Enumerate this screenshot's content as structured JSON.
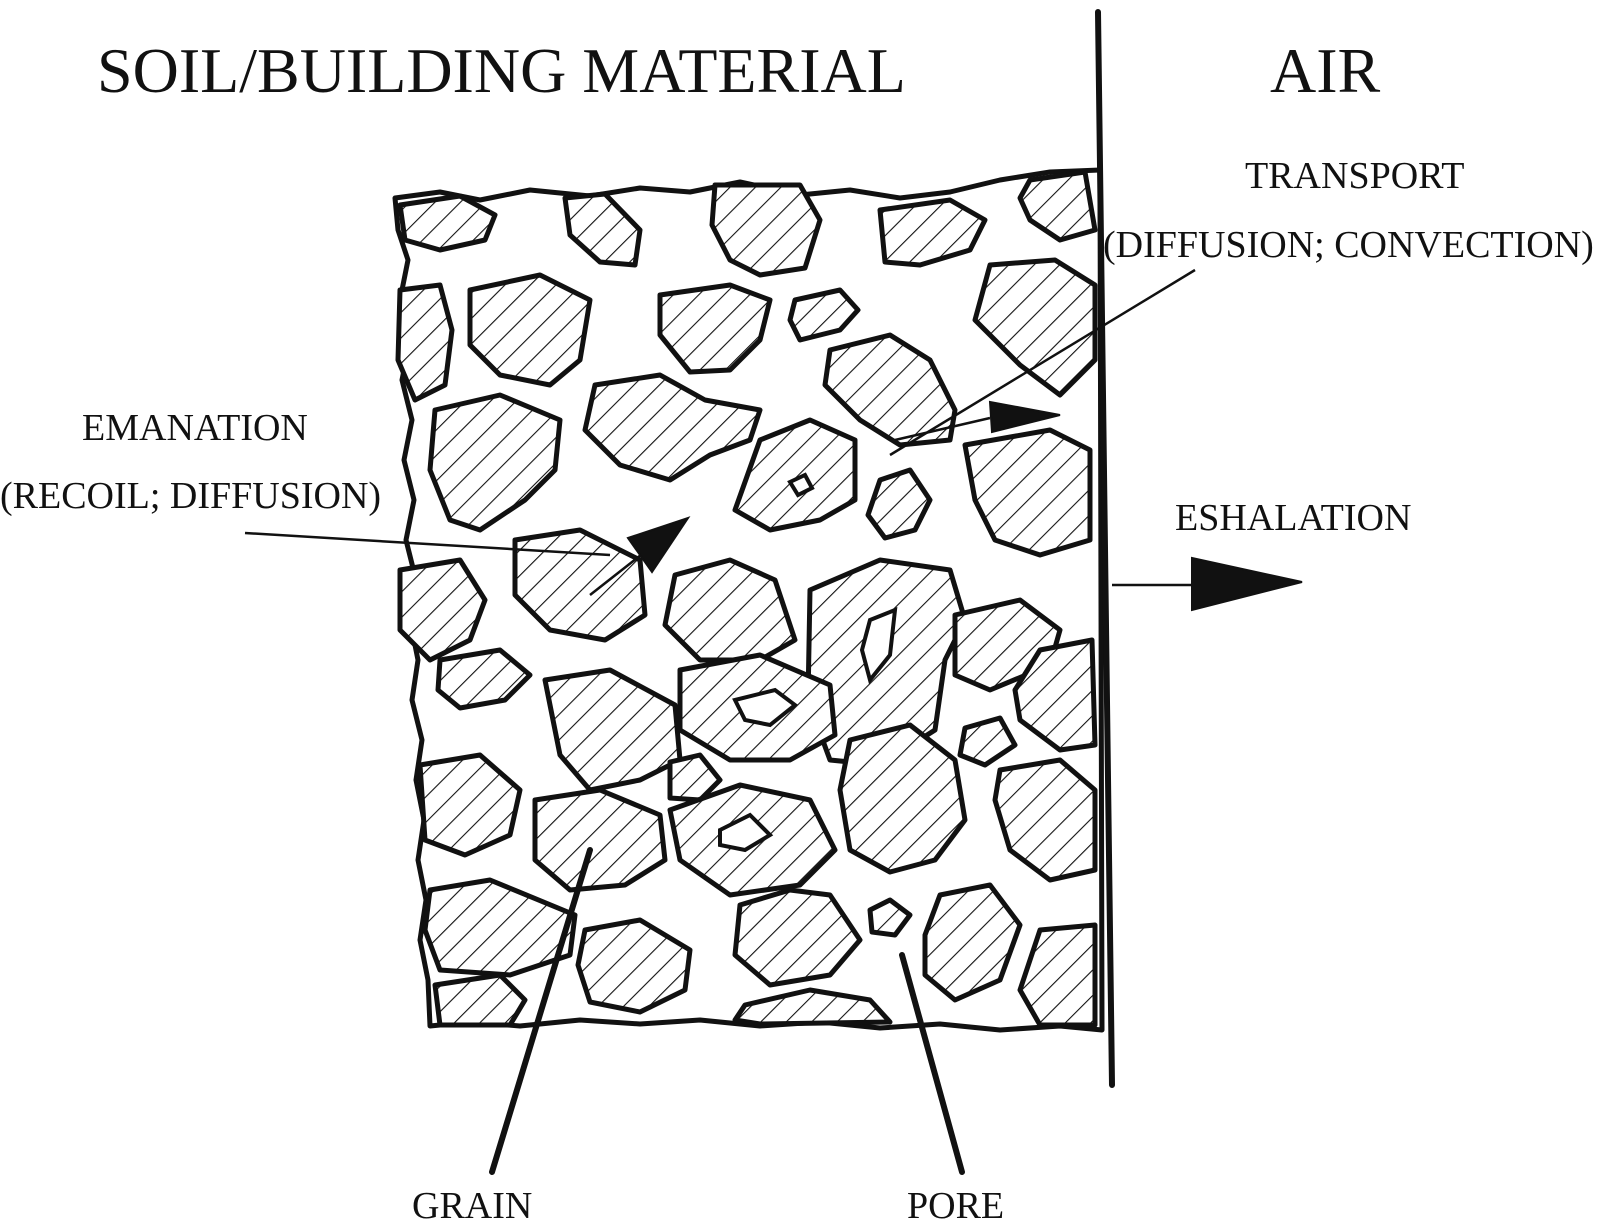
{
  "diagram": {
    "title_left": "SOIL/BUILDING MATERIAL",
    "title_right": "AIR",
    "transport_label": "TRANSPORT",
    "transport_sub": "(DIFFUSION; CONVECTION)",
    "emanation_label": "EMANATION",
    "emanation_sub": "(RECOIL; DIFFUSION)",
    "eshalation_label": "ESHALATION",
    "grain_label": "GRAIN",
    "pore_label": "PORE"
  }
}
